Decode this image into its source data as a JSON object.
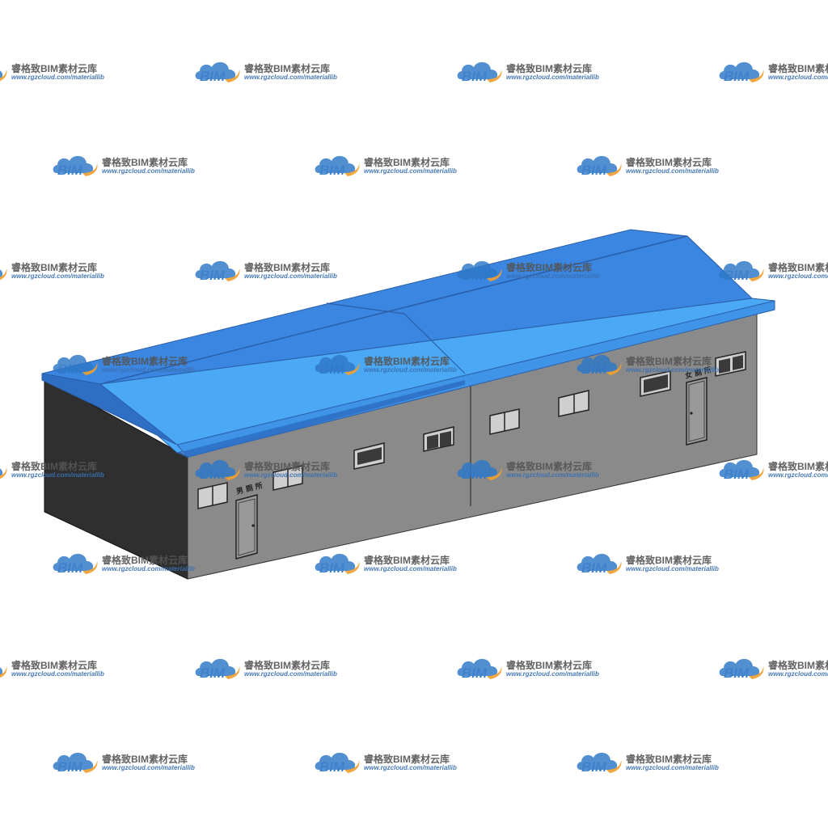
{
  "watermark": {
    "logo_text": "BIM",
    "brand_text": "睿格致BIM素材云库",
    "url_text": "www.rgzcloud.com/materiallib"
  },
  "building": {
    "door_sign_left": "男 厕 所",
    "door_sign_right": "女 厕 所"
  },
  "colors": {
    "roof_light": "#4aa8f4",
    "roof_dark": "#3b86e0",
    "wall_front": "#8a8a8a",
    "wall_side": "#2f2f2f",
    "watermark_blue": "#2f78c8",
    "watermark_orange": "#f0a030"
  }
}
